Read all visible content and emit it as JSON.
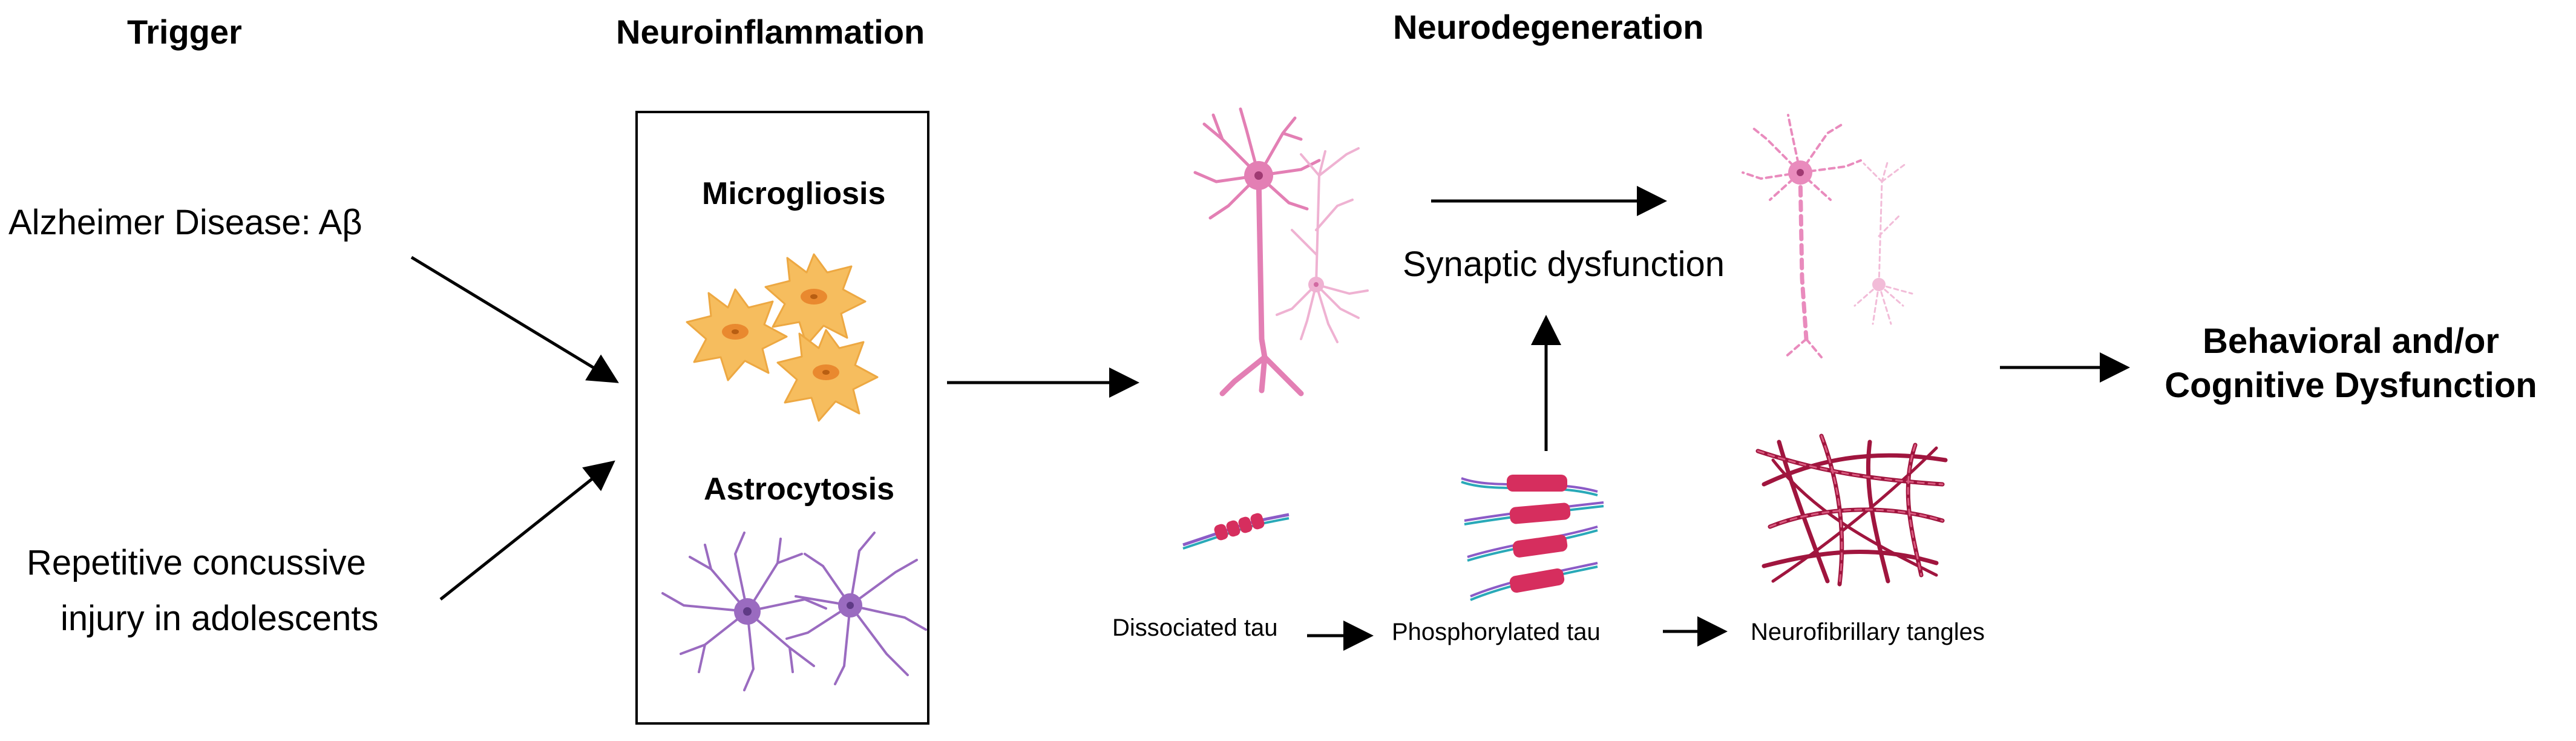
{
  "headers": {
    "trigger": "Trigger",
    "neuroinflammation": "Neuroinflammation",
    "neurodegeneration": "Neurodegeneration"
  },
  "triggers": {
    "alzheimer": "Alzheimer Disease: Aβ",
    "concussion_line1": "Repetitive concussive",
    "concussion_line2": "injury in adolescents"
  },
  "neuroinflammation_box": {
    "microgliosis": "Microgliosis",
    "astrocytosis": "Astrocytosis"
  },
  "neurodegeneration": {
    "synaptic": "Synaptic dysfunction",
    "tau_stages": [
      "Dissociated tau",
      "Phosphorylated tau",
      "Neurofibrillary tangles"
    ]
  },
  "outcome": {
    "line1": "Behavioral and/or",
    "line2": "Cognitive Dysfunction"
  },
  "colors": {
    "microglia_fill": "#f6bd5e",
    "microglia_nucleus": "#e9892f",
    "astrocyte": "#9a6bc0",
    "neuron": "#e37fb4",
    "neuron_faded": "#efb2d2",
    "tau_bead": "#d62e5e",
    "tau_strand_a": "#8b5bc7",
    "tau_strand_b": "#29a9b8",
    "tangle": "#a0153e"
  }
}
